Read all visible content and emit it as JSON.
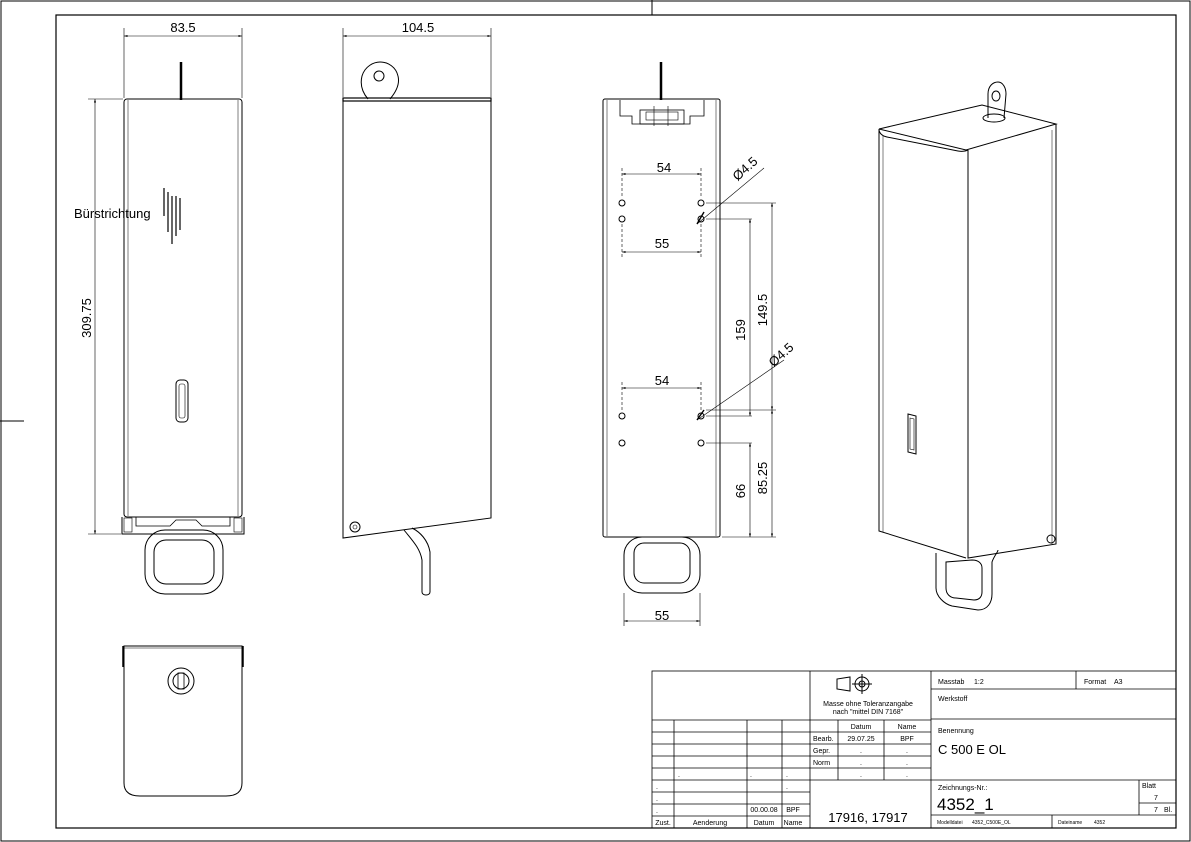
{
  "dimensions": {
    "front_width": "83.5",
    "side_width": "104.5",
    "front_height": "309.75",
    "hole_spacing_top_upper": "54",
    "hole_spacing_top_lower": "55",
    "hole_diameter_top": "Ø4.5",
    "hole_vertical_159": "159",
    "hole_vertical_149": "149.5",
    "hole_diameter_bottom": "Ø4.5",
    "hole_spacing_bottom": "54",
    "hole_vertical_66": "66",
    "hole_vertical_85": "85.25",
    "bottom_width": "55"
  },
  "annotations": {
    "brush_direction": "Bürstrichtung"
  },
  "title_block": {
    "tolerance_line1": "Masse ohne Toleranzangabe",
    "tolerance_line2": "nach \"mittel DIN 7168\"",
    "col_datum": "Datum",
    "col_name": "Name",
    "row_bearb": "Bearb.",
    "row_gepr": "Gepr.",
    "row_norm": "Norm",
    "bearb_date": "29.07.25",
    "bearb_name": "BPF",
    "dot": ".",
    "rev_date": "00.00.08",
    "rev_name": "BPF",
    "col_zust": "Zust.",
    "col_aenderung": "Aenderung",
    "col_datum2": "Datum",
    "col_name2": "Name",
    "article_numbers": "17916, 17917",
    "masstab_label": "Masstab",
    "masstab_value": "1:2",
    "format_label": "Format",
    "format_value": "A3",
    "werkstoff_label": "Werkstoff",
    "benennung_label": "Benennung",
    "benennung_value": "C 500 E OL",
    "zeichnungsnr_label": "Zeichnungs-Nr.:",
    "zeichnungsnr_value": "4352_1",
    "blatt_label": "Blatt",
    "blatt_value": "7",
    "blatt_total": "7",
    "blatt_suffix": "Bl.",
    "modelldatei_label": "Modelldatei",
    "modelldatei_value": "4352_C500E_OL",
    "dateiname_label": "Dateiname",
    "dateiname_value": "4352"
  },
  "colors": {
    "line": "#000000",
    "paper": "#ffffff"
  }
}
